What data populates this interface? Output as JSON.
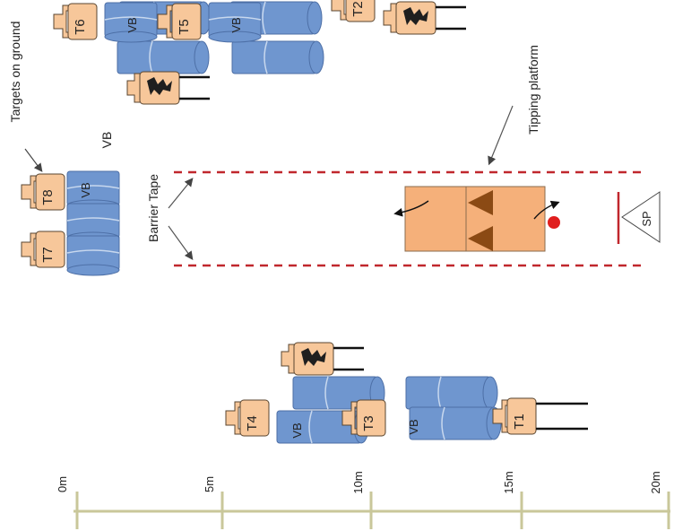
{
  "labels": {
    "targets_on_ground": "Targets on ground",
    "vb_label": "VB",
    "barrier_tape": "Barrier Tape",
    "tipping_platform": "Tipping platform",
    "sp": "SP"
  },
  "targets": {
    "t1": "T1",
    "t2": "T2",
    "t3": "T3",
    "t4": "T4",
    "t5": "T5",
    "t6": "T6",
    "t7": "T7",
    "t8": "T8"
  },
  "barrel_tag": "VB",
  "scale": {
    "ticks": [
      "0m",
      "5m",
      "10m",
      "15m",
      "20m"
    ]
  },
  "colors": {
    "barrel": "#6f96cf",
    "barrel_stroke": "#4d6fa6",
    "target": "#f7c79a",
    "target_stroke": "#5a4630",
    "platform": "#f5b07a",
    "platform_stroke": "#8a6b4e",
    "tape": "#c0272d",
    "ruler": "#c9c79a",
    "marker": "#e01e1e",
    "triangle": "#8b4a14"
  }
}
